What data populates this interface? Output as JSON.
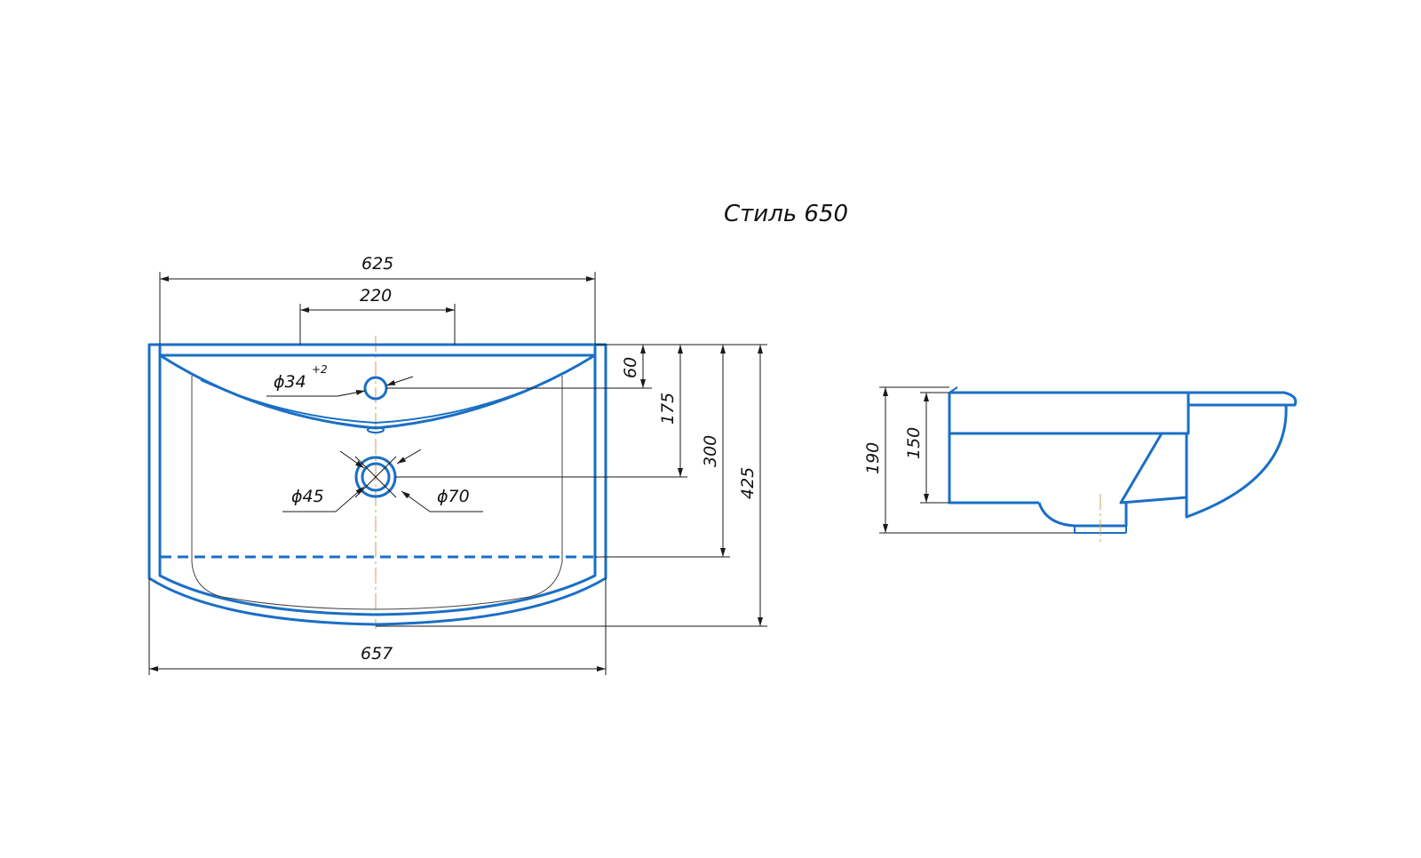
{
  "title": "Стиль 650",
  "colors": {
    "outline": "#1a6fc4",
    "dimension": "#1a1a1a",
    "axis": "#c8a060",
    "background": "#ffffff"
  },
  "top_view": {
    "dim_width_top": "625",
    "dim_faucet_spacing": "220",
    "dim_width_bottom": "657",
    "dim_faucet_hole": "ϕ34",
    "dim_faucet_hole_tolerance": "+2",
    "dim_drain_inner": "ϕ45",
    "dim_drain_outer": "ϕ70",
    "dim_depth_60": "60",
    "dim_depth_175": "175",
    "dim_depth_300": "300",
    "dim_depth_425": "425"
  },
  "side_view": {
    "dim_height_190": "190",
    "dim_height_150": "150"
  }
}
